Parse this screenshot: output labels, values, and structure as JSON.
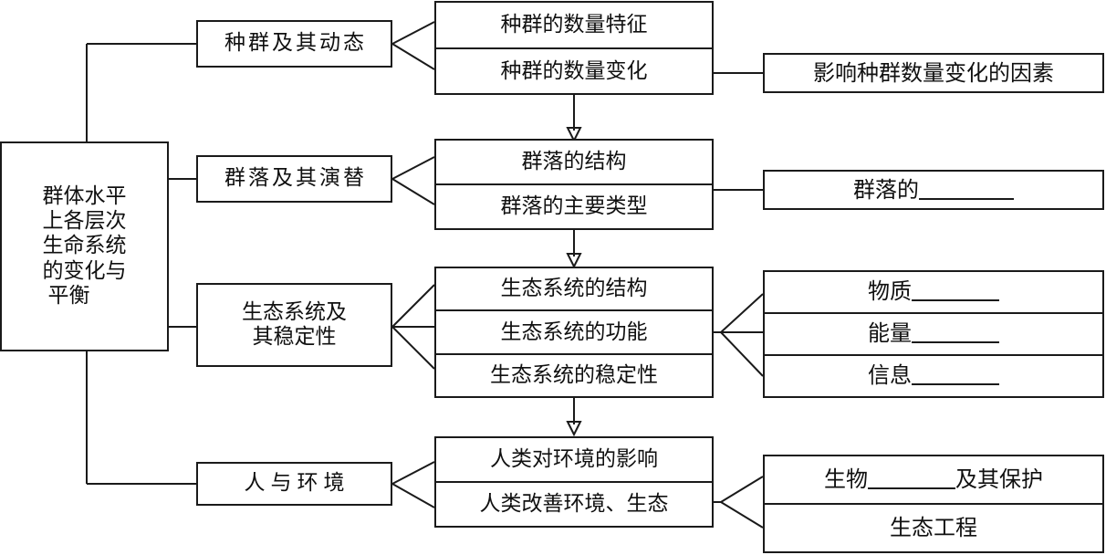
{
  "diagram": {
    "type": "hierarchy-flow-chart",
    "language": "zh-CN",
    "root": {
      "label_lines": [
        "群体水平",
        "上各层次",
        "生命系统",
        "的变化与",
        "平衡"
      ],
      "label": "群体水平上各层次生命系统的变化与平衡"
    },
    "branches": [
      {
        "id": "population",
        "label": "种群及其动态",
        "topics": [
          "种群的数量特征",
          "种群的数量变化"
        ],
        "details": [
          "影响种群数量变化的因素"
        ]
      },
      {
        "id": "community",
        "label": "群落及其演替",
        "topics": [
          "群落的结构",
          "群落的主要类型"
        ],
        "details_prefix": [
          "群落的"
        ],
        "details": [
          "群落的______"
        ]
      },
      {
        "id": "ecosystem",
        "label_lines": [
          "生态系统及",
          "其稳定性"
        ],
        "label": "生态系统及其稳定性",
        "topics": [
          "生态系统的结构",
          "生态系统的功能",
          "生态系统的稳定性"
        ],
        "details_prefix": [
          "物质",
          "能量",
          "信息"
        ],
        "details": [
          "物质______",
          "能量______",
          "信息______"
        ]
      },
      {
        "id": "human-environment",
        "label": "人与环境",
        "topics": [
          "人类对环境的影响",
          "人类改善环境、生态"
        ],
        "details_prefix": [
          "生物"
        ],
        "details_suffix": [
          "及其保护"
        ],
        "details": [
          "生物______及其保护",
          "生态工程"
        ]
      }
    ],
    "flow_arrows": {
      "count": 3,
      "direction": "down",
      "between": [
        [
          "种群的数量变化",
          "群落的结构"
        ],
        [
          "群落的主要类型",
          "生态系统的结构"
        ],
        [
          "生态系统的稳定性",
          "人类对环境的影响"
        ]
      ]
    },
    "colors": {
      "stroke": "#1a1a1a",
      "background": "#ffffff",
      "text": "#101010"
    }
  }
}
